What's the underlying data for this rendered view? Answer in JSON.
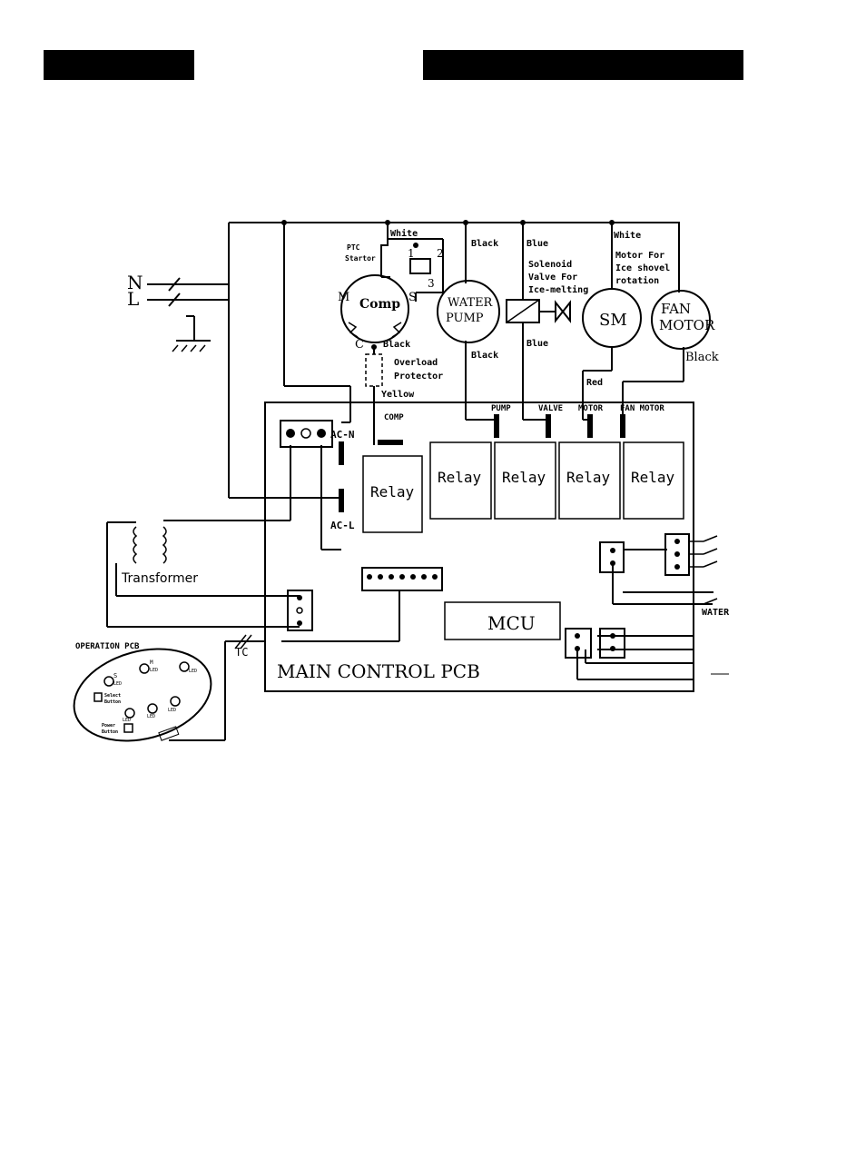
{
  "header": {
    "left_bar": "",
    "right_bar": ""
  },
  "diagram": {
    "mains": {
      "n": "N",
      "l": "L"
    },
    "compressor": {
      "label": "Comp",
      "m": "M",
      "s": "S",
      "c": "C"
    },
    "ptc": {
      "label_1": "PTC",
      "label_2": "Startor",
      "p1": "1",
      "p2": "2",
      "p3": "3",
      "white": "White"
    },
    "overload": {
      "line1": "Overload",
      "line2": "Protector",
      "black": "Black",
      "yellow": "Yellow"
    },
    "water_pump": {
      "line1": "WATER",
      "line2": "PUMP",
      "wire_top": "Black",
      "wire_bottom": "Black"
    },
    "solenoid": {
      "line1": "Solenoid",
      "line2": "Valve For",
      "line3": "Ice-melting",
      "wire_top": "Blue",
      "wire_bottom": "Blue"
    },
    "sm": {
      "label": "SM",
      "line1": "Motor For",
      "line2": "Ice shovel",
      "line3": "rotation",
      "wire_top": "White",
      "wire_bottom": "Red"
    },
    "fan_motor": {
      "line1": "FAN",
      "line2": "MOTOR",
      "wire_bottom": "Black"
    },
    "pcb_terminals": {
      "comp": "COMP",
      "pump": "PUMP",
      "valve": "VALVE",
      "motor": "MOTOR",
      "fan_motor": "FAN MOTOR",
      "ac_n": "AC-N",
      "ac_l": "AC-L"
    },
    "relays": [
      "Relay",
      "Relay",
      "Relay",
      "Relay",
      "Relay"
    ],
    "transformer": "Transformer",
    "mcu": "MCU",
    "main_pcb": "MAIN CONTROL PCB",
    "water": "WATER",
    "tc": "TC",
    "operation_pcb": {
      "title": "OPERATION PCB",
      "s_led_1": "S",
      "s_led_2": "LED",
      "m_led_1": "M",
      "m_led_2": "LED",
      "led_a": "LED",
      "select_1": "Select",
      "select_2": "Button",
      "power_1": "Power",
      "power_2": "Button",
      "led_b": "LED",
      "led_c": "LED",
      "led_d": "LED"
    }
  }
}
